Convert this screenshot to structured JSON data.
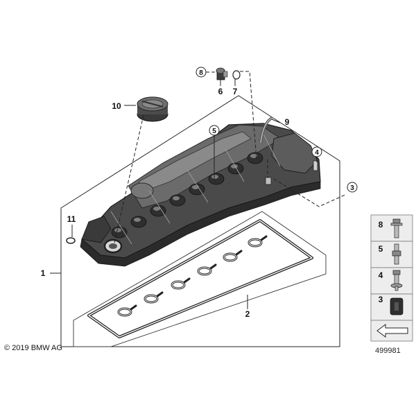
{
  "diagram": {
    "callouts": {
      "c1": "1",
      "c2": "2",
      "c3": "3",
      "c4": "4",
      "c5": "5",
      "c6": "6",
      "c7": "7",
      "c8": "8",
      "c9": "9",
      "c10": "10",
      "c11": "11"
    },
    "legend": [
      {
        "label": "8",
        "icon": "bolt-flange-icon"
      },
      {
        "label": "5",
        "icon": "stud-bolt-icon"
      },
      {
        "label": "4",
        "icon": "bolt-washer-icon"
      },
      {
        "label": "3",
        "icon": "rubber-grommet-icon"
      }
    ],
    "copyright": "© 2019 BMW AG",
    "image_number": "499981"
  }
}
